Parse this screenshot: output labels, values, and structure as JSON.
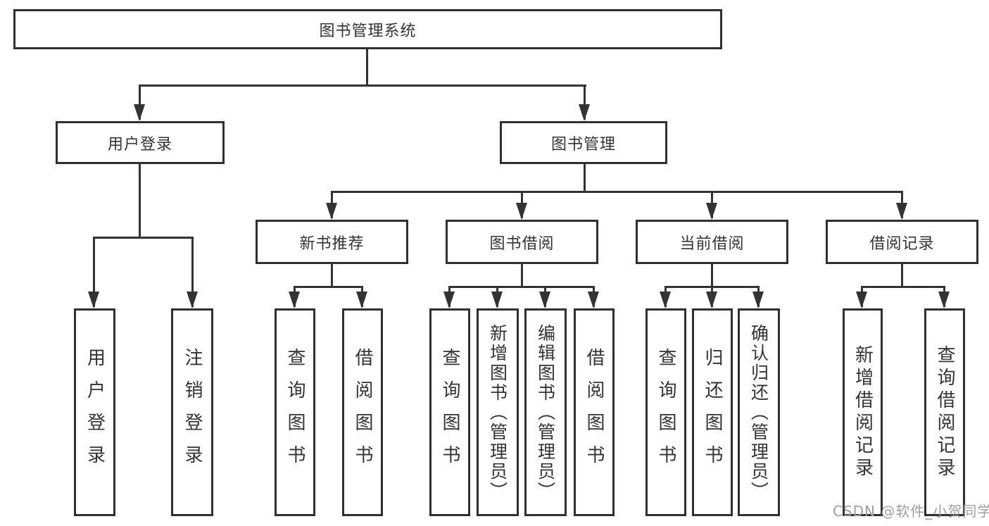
{
  "diagram_title": "图书管理系统",
  "tree": {
    "label": "图书管理系统",
    "children": [
      {
        "label": "用户登录",
        "children": [
          {
            "label": "用户登录"
          },
          {
            "label": "注销登录"
          }
        ]
      },
      {
        "label": "图书管理",
        "children": [
          {
            "label": "新书推荐",
            "children": [
              {
                "label": "查询图书"
              },
              {
                "label": "借阅图书"
              }
            ]
          },
          {
            "label": "图书借阅",
            "children": [
              {
                "label": "查询图书"
              },
              {
                "label": "新增图书（管理员）"
              },
              {
                "label": "编辑图书（管理员）"
              },
              {
                "label": "借阅图书"
              }
            ]
          },
          {
            "label": "当前借阅",
            "children": [
              {
                "label": "查询图书"
              },
              {
                "label": "归还图书"
              },
              {
                "label": "确认归还（管理员）"
              }
            ]
          },
          {
            "label": "借阅记录",
            "children": [
              {
                "label": "新增借阅记录"
              },
              {
                "label": "查询借阅记录"
              }
            ]
          }
        ]
      }
    ]
  },
  "watermark": {
    "text": "CSDN @软件_小贺同学"
  },
  "colors": {
    "line": "#333333",
    "box_border": "#303030",
    "text": "#333333",
    "background": "#ffffff",
    "watermark": "#9e9e9e"
  }
}
